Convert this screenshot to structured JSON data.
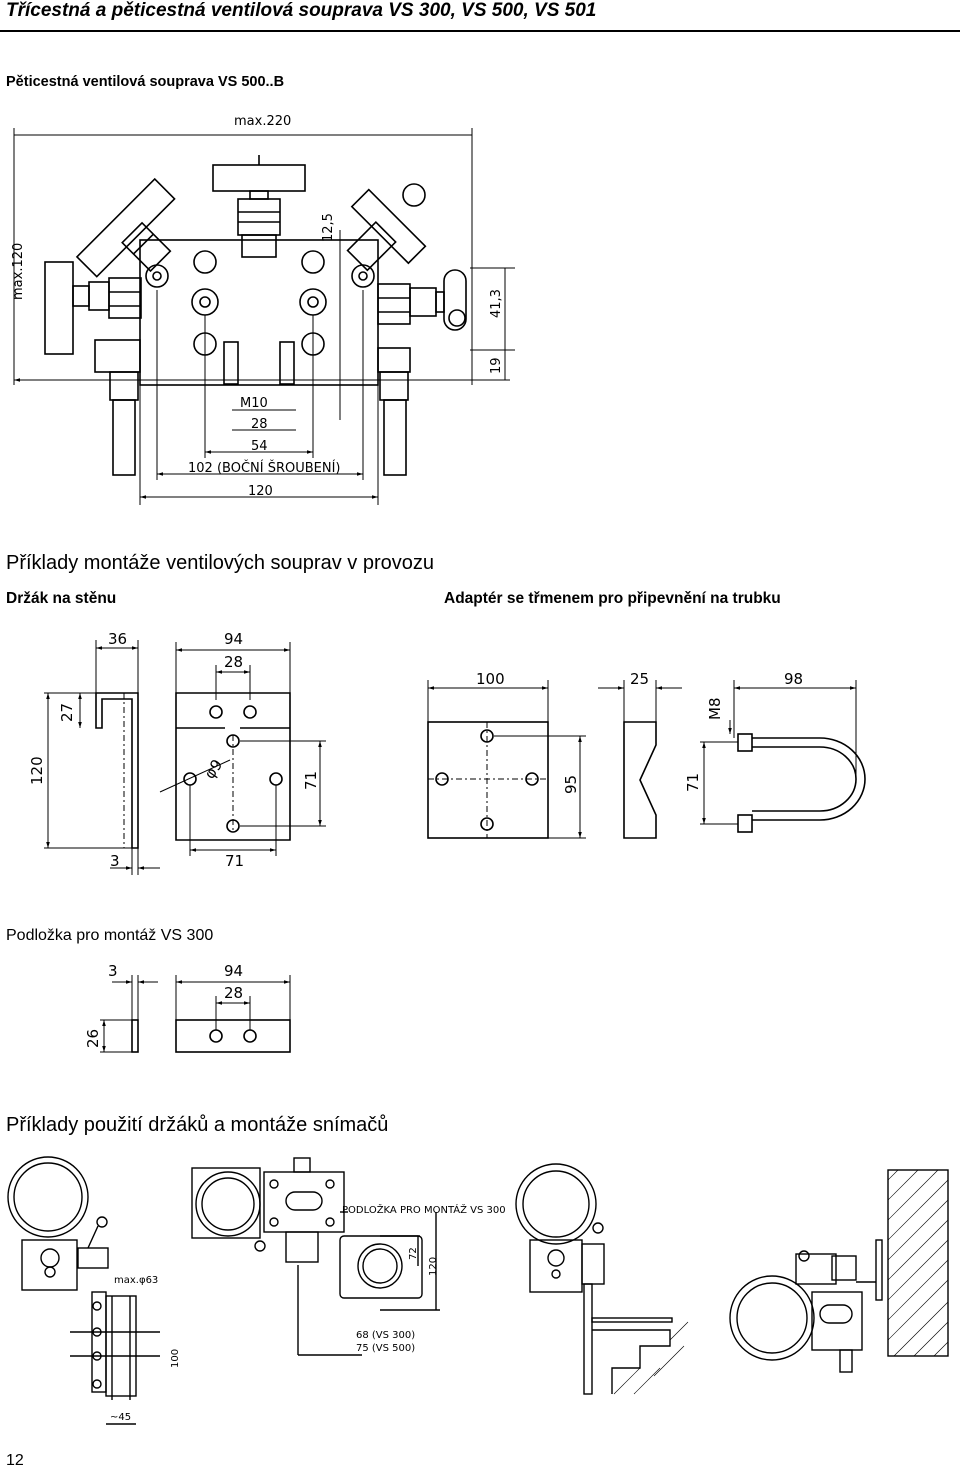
{
  "header": {
    "title": "Třícestná a pěticestná ventilová souprava VS 300, VS 500, VS 501"
  },
  "section1": {
    "title": "Pěticestná ventilová souprava VS 500..B",
    "dims": {
      "max220": "max.220",
      "max120": "max.120",
      "d12_5": "12,5",
      "d41_3": "41,3",
      "d19": "19",
      "m10": "M10",
      "d28": "28",
      "d54": "54",
      "d102": "102  (BOČNÍ  ŠROUBENÍ)",
      "d120": "120"
    }
  },
  "section2": {
    "title": "Příklady montáže ventilových souprav v provozu",
    "left_title": "Držák na stěnu",
    "right_title": "Adaptér se třmenem pro připevnění na trubku",
    "bracket_dims": {
      "d36": "36",
      "d94": "94",
      "d28": "28",
      "d27": "27",
      "d120": "120",
      "d9": "φ9",
      "d71v": "71",
      "d3": "3",
      "d71h": "71"
    },
    "adapter_dims": {
      "d100": "100",
      "d25": "25",
      "d98": "98",
      "m8": "M8",
      "d95": "95",
      "d71": "71"
    }
  },
  "section3": {
    "title": "Podložka pro montáž VS 300",
    "dims": {
      "d3": "3",
      "d94": "94",
      "d28": "28",
      "d26": "26"
    }
  },
  "section4": {
    "title": "Příklady použití držáků a montáže snímačů",
    "labels": {
      "max63": "max.φ63",
      "d100": "100",
      "d45": "~45",
      "podlozka": "PODLOŽKA  PRO  MONTÁŽ  VS 300",
      "d72": "72",
      "d120": "120",
      "vs300": "68 (VS 300)",
      "vs500": "75 (VS 500)"
    }
  },
  "footer": {
    "page_number": "12"
  }
}
